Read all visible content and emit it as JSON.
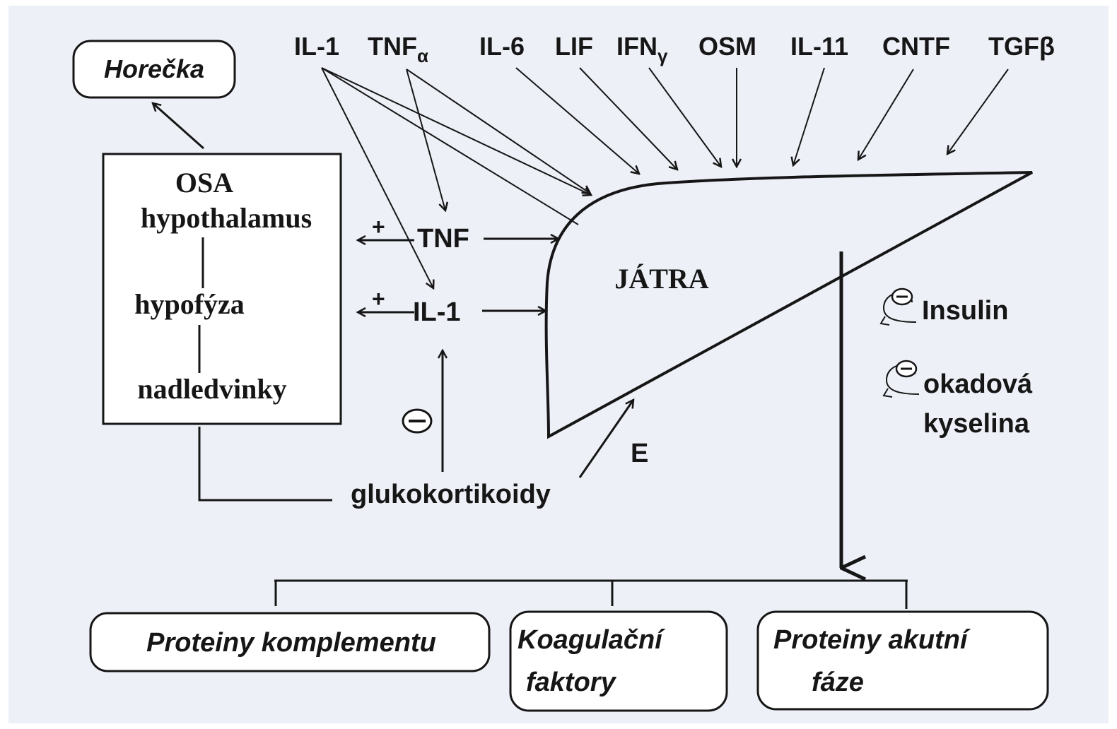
{
  "cytokines": [
    {
      "id": "il1",
      "text": "IL-1",
      "sub": ""
    },
    {
      "id": "tnf",
      "text": "TNF",
      "sub": "α"
    },
    {
      "id": "il6",
      "text": "IL-6",
      "sub": ""
    },
    {
      "id": "lif",
      "text": "LIF",
      "sub": ""
    },
    {
      "id": "ifn",
      "text": "IFN",
      "sub": "γ"
    },
    {
      "id": "osm",
      "text": "OSM",
      "sub": ""
    },
    {
      "id": "il11",
      "text": "IL-11",
      "sub": ""
    },
    {
      "id": "cntf",
      "text": "CNTF",
      "sub": ""
    },
    {
      "id": "tgf",
      "text": "TGFβ",
      "sub": ""
    }
  ],
  "fever": "Horečka",
  "axis": {
    "title": "OSA",
    "items": [
      "hypothalamus",
      "hypofýza",
      "nadledvinky"
    ]
  },
  "signals": {
    "tnf": "TNF",
    "il1": "IL-1",
    "plus": "+",
    "minus": "−"
  },
  "liver": "JÁTRA",
  "glucocorticoids": "glukokortikoidy",
  "e_label": "E",
  "inhibitors": {
    "insulin": "Insulin",
    "acid_line1": "okadová",
    "acid_line2": "kyselina"
  },
  "outputs": [
    {
      "line1": "Proteiny komplementu",
      "line2": ""
    },
    {
      "line1": "Koagulační",
      "line2": "faktory"
    },
    {
      "line1": "Proteiny akutní",
      "line2": "fáze"
    }
  ],
  "colors": {
    "ink": "#161616",
    "background": "#eef0f8",
    "box": "#ffffff"
  }
}
